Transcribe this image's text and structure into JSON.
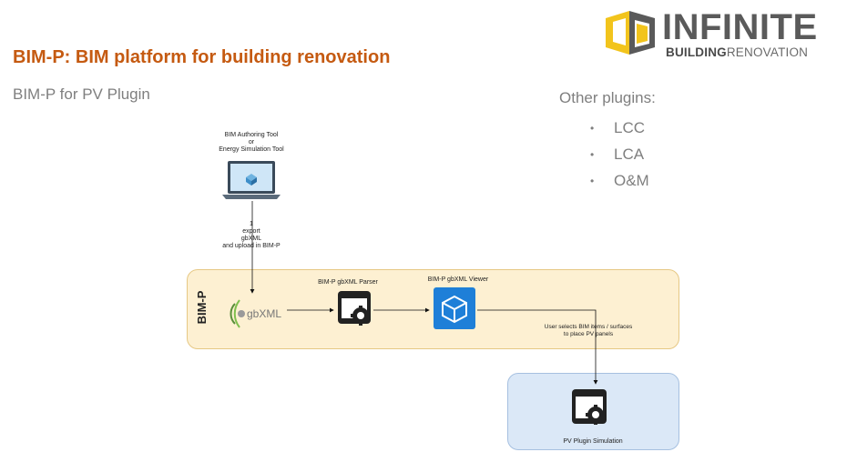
{
  "header": {
    "title": "BIM-P: BIM platform for building renovation",
    "subtitle": "BIM-P for PV Plugin"
  },
  "logo": {
    "word": "INFINITE",
    "sub_bold": "BUILDING",
    "sub_light": "RENOVATION",
    "colors": {
      "mark": "#f2c41c",
      "text": "#5a5a5a"
    }
  },
  "other_plugins": {
    "title": "Other plugins:",
    "items": [
      "LCC",
      "LCA",
      "O&M"
    ]
  },
  "diagram": {
    "authoring_tool_lines": [
      "BIM Authoring Tool",
      "or",
      "Energy Simulation Tool"
    ],
    "export_lines": [
      "1",
      "export",
      "gbXML",
      "and upload in BIM-P"
    ],
    "bimp_container_label": "BIM-P",
    "gbxml_label": "gbXML",
    "parser_label": "BIM-P gbXML Parser",
    "viewer_label": "BIM-P gbXML Viewer",
    "user_action_lines": [
      "User selects BIM items / surfaces",
      "to place PV panels"
    ],
    "pv_label": "PV Plugin Simulation",
    "colors": {
      "bimp_fill": "#fdf0d2",
      "pv_fill": "#dbe8f7",
      "viewer_icon": "#1e7fd8"
    }
  }
}
